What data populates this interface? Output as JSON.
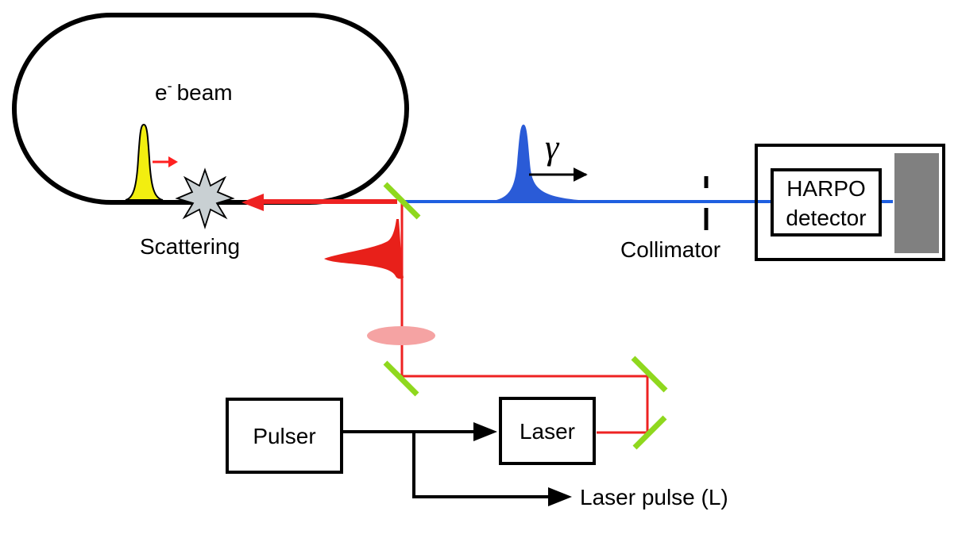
{
  "labels": {
    "beam_name": "e",
    "beam_sup": "-",
    "beam_word": "beam",
    "scattering": "Scattering",
    "gamma": "γ",
    "collimator": "Collimator",
    "detector_line1": "HARPO",
    "detector_line2": "detector",
    "pulser": "Pulser",
    "laser": "Laser",
    "laser_pulse": "Laser pulse (L)"
  },
  "colors": {
    "electron_bunch": "#f2ee10",
    "electron_arrow": "#ff2020",
    "gamma_pulse": "#2a5bd7",
    "gamma_line": "#1f5fe0",
    "laser_beam": "#ee2222",
    "laser_pulse_shape": "#e8201a",
    "focus_spot": "#f5a3a3",
    "mirror": "#8fd81e",
    "detector_block": "#808080",
    "star": "#c9d0d3"
  },
  "icons": {
    "scattering": "starburst-icon",
    "mirror": "mirror-icon",
    "collimator": "collimator-icon"
  }
}
